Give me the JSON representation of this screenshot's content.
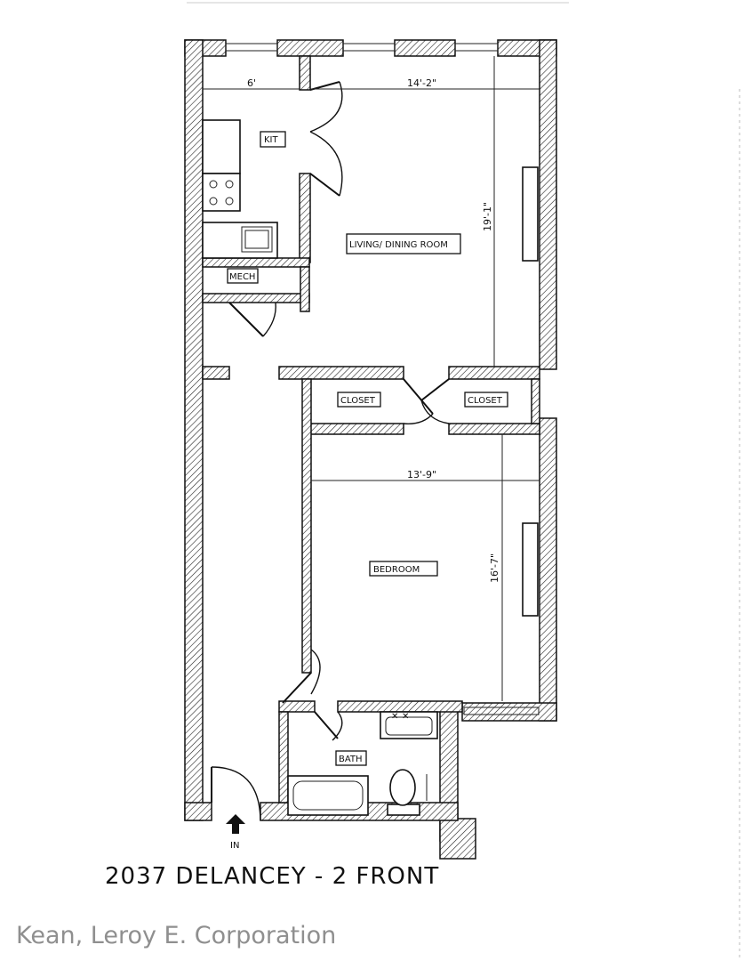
{
  "plan": {
    "title": "2037 DELANCEY - 2 FRONT",
    "watermark": "Kean, Leroy E. Corporation",
    "rooms": {
      "kitchen": "KIT",
      "mech": "MECH",
      "living": "LIVING/ DINING ROOM",
      "closet_left": "CLOSET",
      "closet_right": "CLOSET",
      "bedroom": "BEDROOM",
      "bath": "BATH"
    },
    "dimensions": {
      "kitchen_width": "6'",
      "living_width": "14'-2\"",
      "living_depth": "19'-1\"",
      "bedroom_width": "13'-9\"",
      "bedroom_depth": "16'-7\""
    },
    "entry": "IN"
  }
}
